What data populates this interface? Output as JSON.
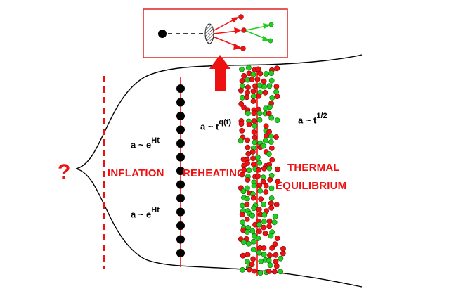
{
  "labels": {
    "question": "?",
    "inflation": "INFLATION",
    "reheating": "REHEATING",
    "thermal_line1": "THERMAL",
    "thermal_line2": "EQUILIBRIUM"
  },
  "equations": {
    "inflation_upper": {
      "base": "a ~ e",
      "exp": "Ht"
    },
    "inflation_lower": {
      "base": "a ~ e",
      "exp": "Ht"
    },
    "reheating": {
      "base": "a ~ t",
      "exp": "q(t)"
    },
    "thermal": {
      "base": "a ~ t",
      "exp": "1/2"
    }
  },
  "colors": {
    "red": "#ee1111",
    "green": "#22cc22",
    "black": "#000000",
    "inset_border": "#dd2222"
  },
  "icons": {
    "inflaton": "black-dot",
    "arrow": "red-up-arrow",
    "decay": "hatched-ellipse"
  }
}
